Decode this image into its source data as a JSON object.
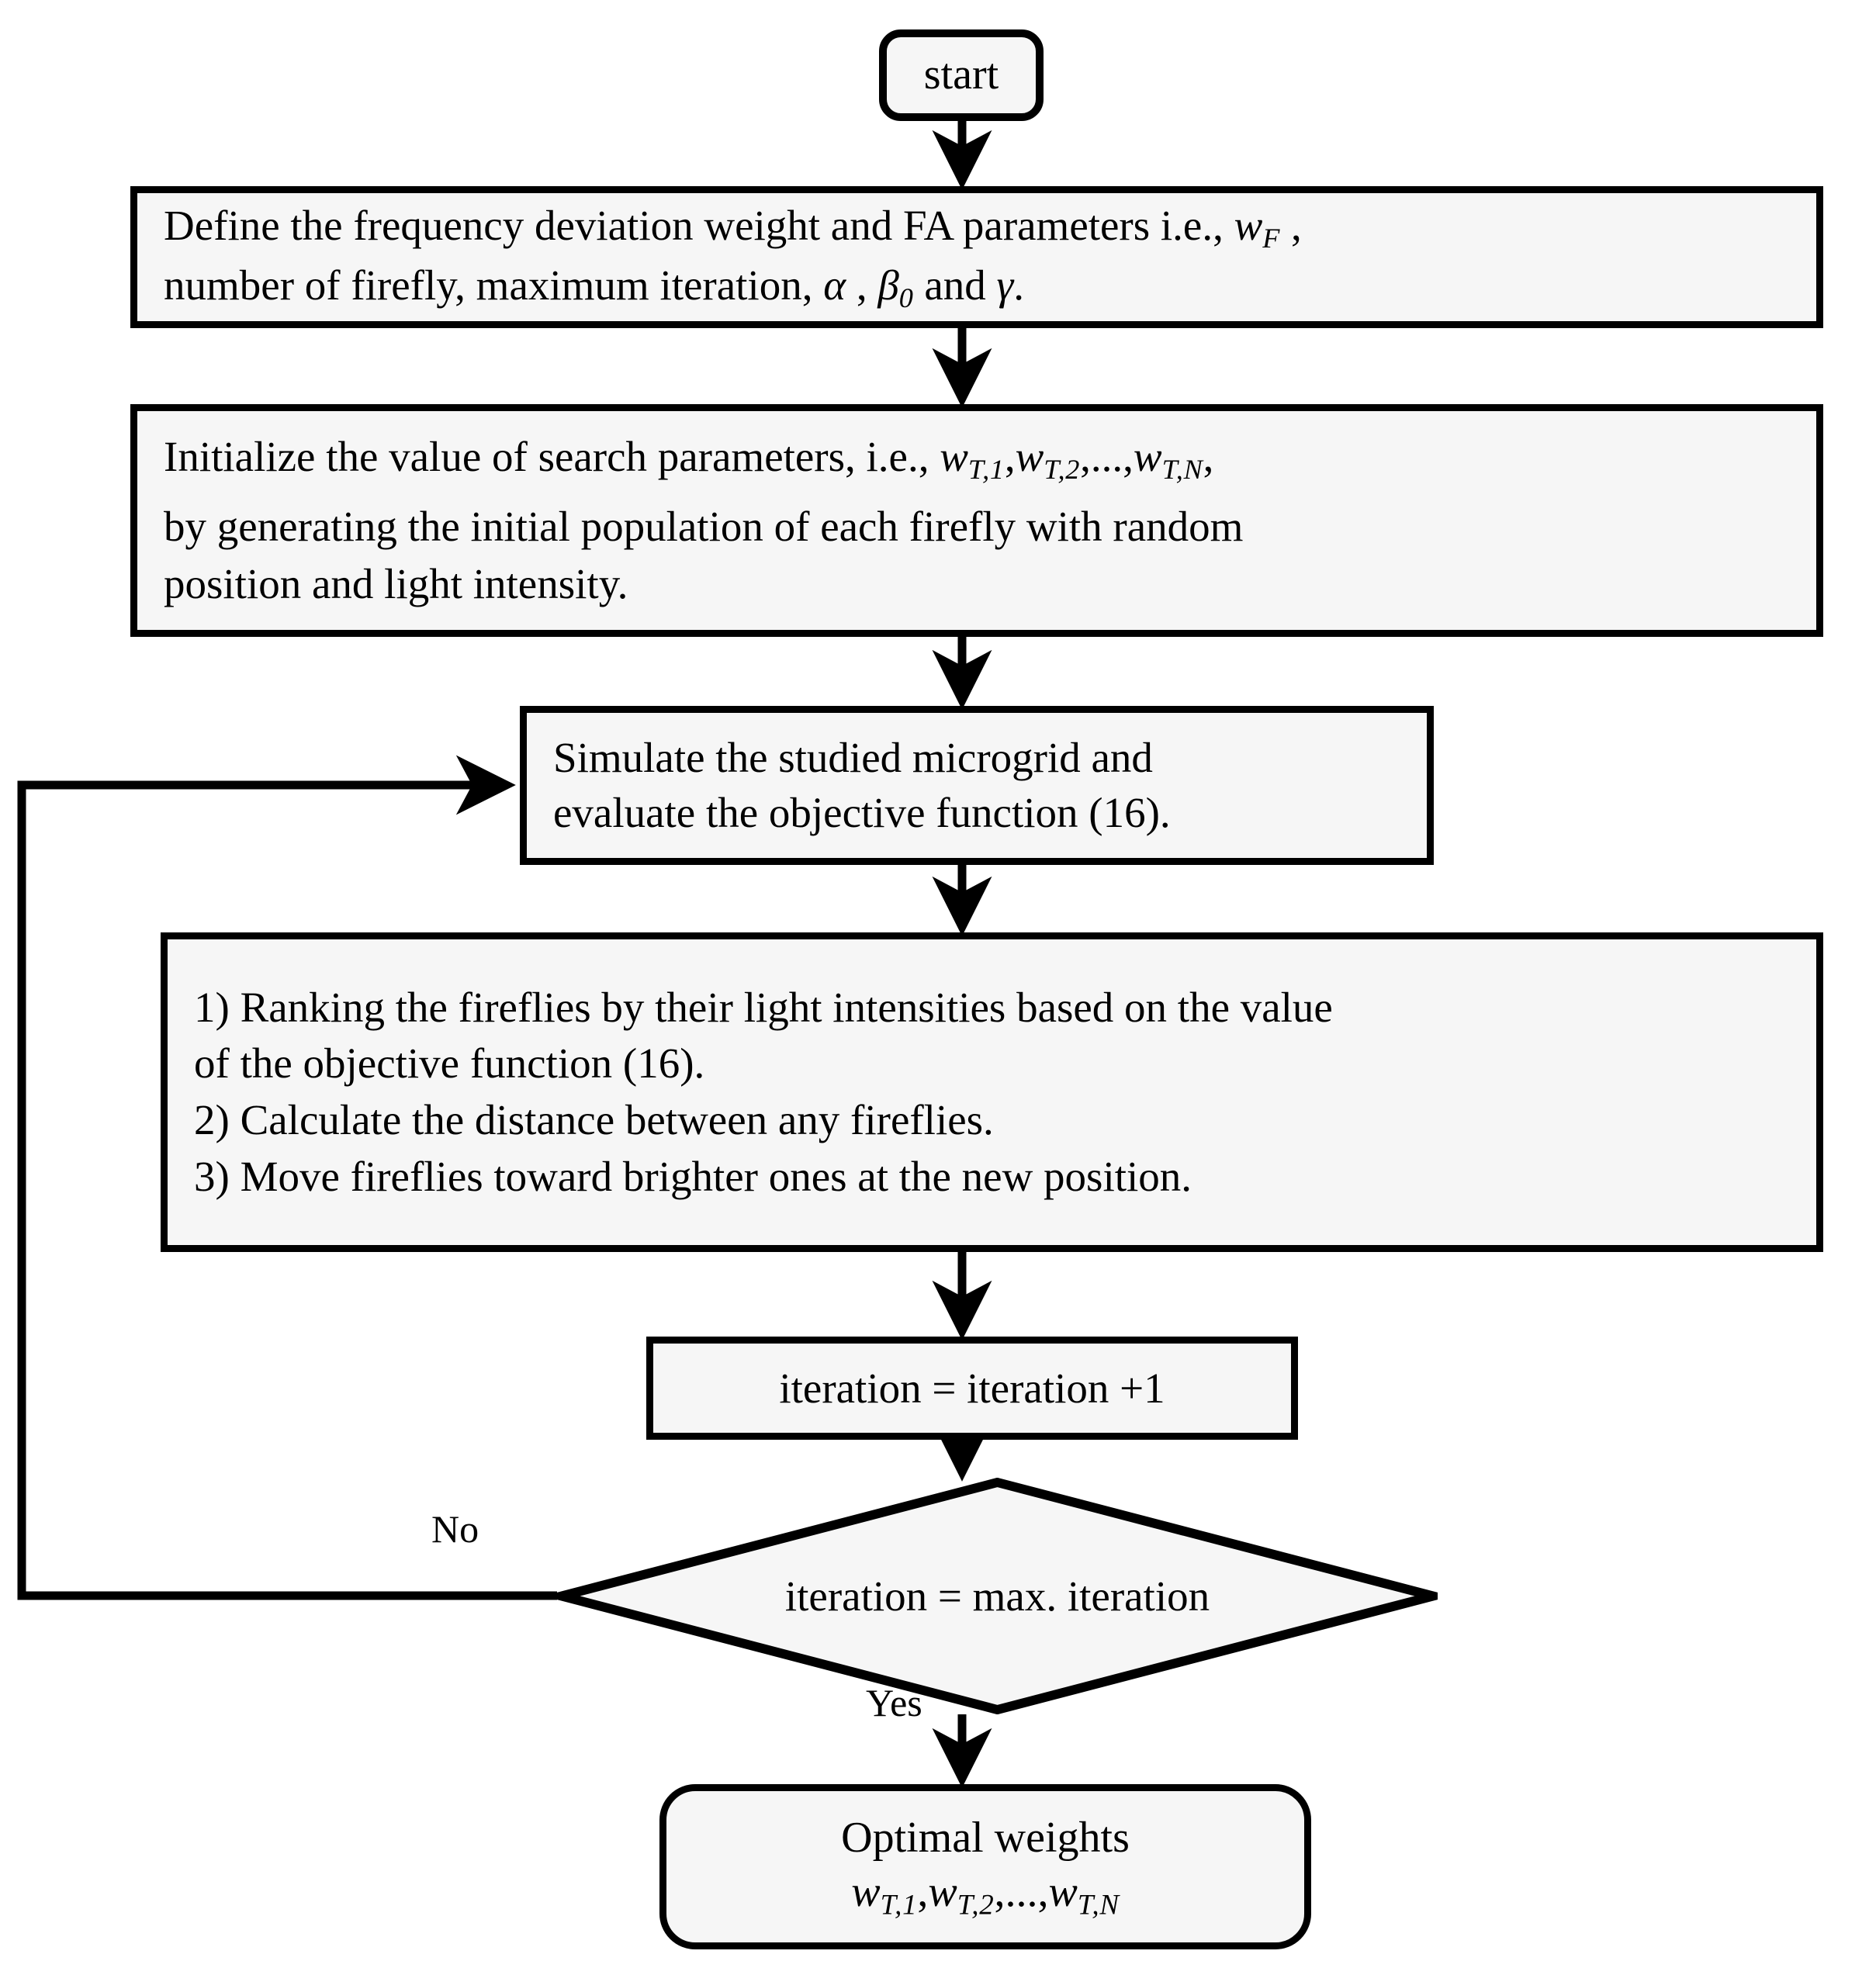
{
  "diagram": {
    "title": "Firefly Algorithm optimization flowchart",
    "colors": {
      "node_fill": "#f6f6f6",
      "stroke": "#000000",
      "background": "#ffffff",
      "text": "#000000"
    },
    "nodes": {
      "start": {
        "shape": "rounded-terminal",
        "label": "start"
      },
      "define": {
        "shape": "process",
        "lines": [
          "Define the frequency deviation weight and FA parameters i.e., w_F ,",
          "number of firefly, maximum iteration, α , β₀  and  γ."
        ],
        "line1_a": "Define the frequency deviation weight and FA parameters i.e., ",
        "line1_var": "w",
        "line1_sub": "F",
        "line1_tail": " ,",
        "line2_a": "number of firefly, maximum iteration, ",
        "line2_alpha": "α",
        "line2_sep1": " , ",
        "line2_beta": "β",
        "line2_beta_sub": "0",
        "line2_sep2": "  and  ",
        "line2_gamma": "γ",
        "line2_tail": "."
      },
      "initialize": {
        "shape": "process",
        "line1_a": "Initialize the value of search parameters, i.e.,  ",
        "w1": "w",
        "w1_sub": "T,1",
        "c1": ",",
        "w2": "w",
        "w2_sub": "T,2",
        "c2": ",...,",
        "w3": "w",
        "w3_sub": "T,N",
        "c3": ",",
        "line2": "by generating the initial population of each firefly with random",
        "line3": "position and light intensity."
      },
      "simulate": {
        "shape": "process",
        "line1": "Simulate the studied microgrid and",
        "line2": "evaluate the objective function (16)."
      },
      "steps": {
        "shape": "process",
        "line1": "1) Ranking the fireflies by their light intensities based on the value",
        "line2": "of the objective function (16).",
        "line3": "2) Calculate the distance between any fireflies.",
        "line4": "3) Move fireflies toward brighter ones at the new position."
      },
      "iteration": {
        "shape": "process",
        "label": "iteration = iteration +1"
      },
      "decision": {
        "shape": "diamond",
        "label": "iteration = max. iteration"
      },
      "optimal": {
        "shape": "rounded-terminal",
        "line1": "Optimal weights",
        "w1": "w",
        "w1_sub": "T,1",
        "c1": ",",
        "w2": "w",
        "w2_sub": "T,2",
        "c2": ",...,",
        "w3": "w",
        "w3_sub": "T,N"
      }
    },
    "edge_labels": {
      "no": "No",
      "yes": "Yes"
    },
    "edges": [
      {
        "from": "start",
        "to": "define",
        "label": ""
      },
      {
        "from": "define",
        "to": "initialize",
        "label": ""
      },
      {
        "from": "initialize",
        "to": "simulate",
        "label": ""
      },
      {
        "from": "simulate",
        "to": "steps",
        "label": ""
      },
      {
        "from": "steps",
        "to": "iteration",
        "label": ""
      },
      {
        "from": "iteration",
        "to": "decision",
        "label": ""
      },
      {
        "from": "decision",
        "to": "simulate",
        "label": "No"
      },
      {
        "from": "decision",
        "to": "optimal",
        "label": "Yes"
      }
    ]
  }
}
